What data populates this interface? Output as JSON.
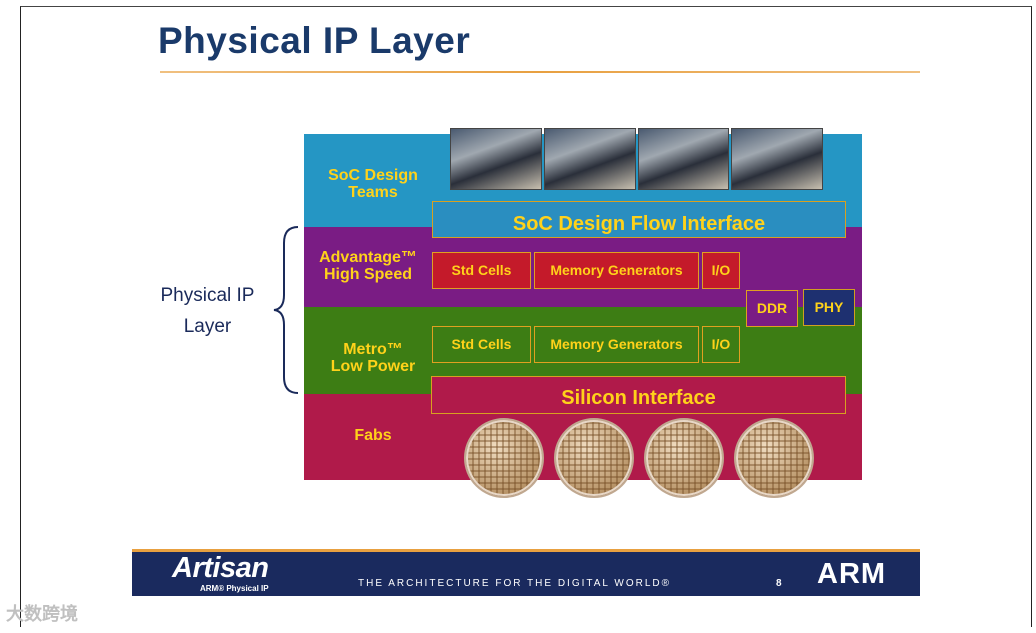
{
  "slide": {
    "title": "Physical IP Layer",
    "side_label_line1": "Physical IP",
    "side_label_line2": "Layer"
  },
  "layers": {
    "soc": {
      "label_line1": "SoC Design",
      "label_line2": "Teams",
      "interface": "SoC Design Flow Interface"
    },
    "advantage": {
      "label_line1": "Advantage™",
      "label_line2": "High Speed",
      "boxes": [
        "Std Cells",
        "Memory Generators",
        "I/O"
      ]
    },
    "metro": {
      "label_line1": "Metro™",
      "label_line2": "Low Power",
      "boxes": [
        "Std Cells",
        "Memory Generators",
        "I/O"
      ]
    },
    "shared_boxes": [
      "DDR",
      "PHY"
    ],
    "silicon_interface": "Silicon Interface",
    "fabs": {
      "label": "Fabs",
      "wafer_count": 4
    }
  },
  "footer": {
    "brand": "Artisan",
    "brand_sub": "ARM® Physical IP",
    "tagline": "THE ARCHITECTURE FOR THE DIGITAL WORLD®",
    "page": "8",
    "company": "ARM"
  },
  "watermark": "大数跨境",
  "colors": {
    "title": "#1a3a6a",
    "label_text": "#ffd21a",
    "soc_band": "#2596c4",
    "advantage_band": "#7a1c84",
    "metro_band": "#3d7d14",
    "fabs_band": "#b01a4a",
    "footer": "#1a2a5e",
    "accent_rule": "#e8a040"
  }
}
